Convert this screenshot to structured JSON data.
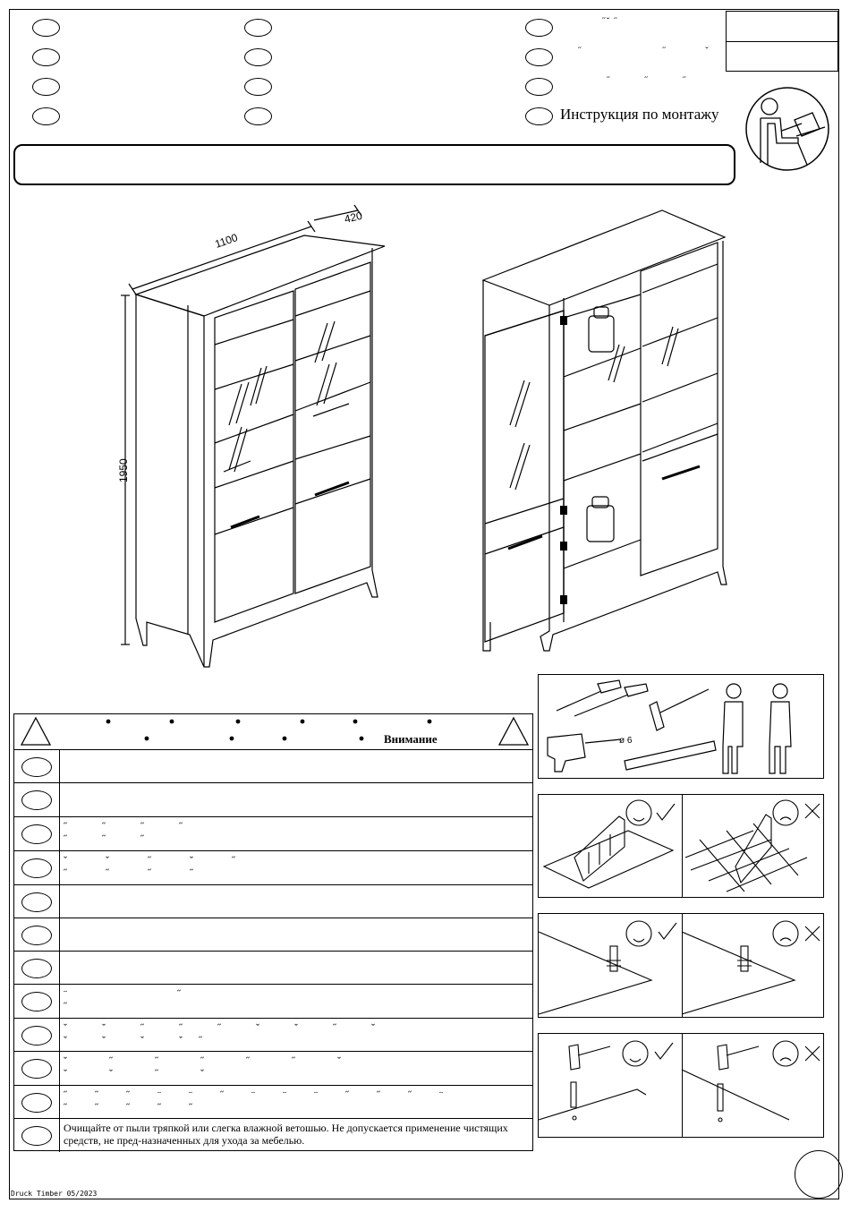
{
  "header": {
    "instruction_label": "Инструкция по монтажу",
    "language_marks": [
      "˝ˇ ˝",
      "˝ ˝ˇ",
      "˝ ˝ ˝"
    ]
  },
  "drawing": {
    "dim_width": "1100",
    "dim_depth": "420",
    "dim_height": "1950",
    "drill_label": "ø 6"
  },
  "warnings": {
    "heading": "Внимание",
    "row_marks": [
      "",
      "",
      "˝ ˝ ˝ ˝\n˝ ˝ ˝",
      "ˇ ˇ ˝ ˇ ˝\n˝ ˝ ˝ ˝",
      "",
      "",
      "",
      "¨ ˝\n˝",
      "ˇ ˇ ˝ ˝ ˝ ˇ ˇ ˝ ˇ\nˇ ˇ ˇ ˇ˝",
      "ˇ ˝ ˝ ˝ ˝ ˝ ˇ\nˇ ˇ ˝ ˇ",
      "˝ ˝ ˝ ¨ ¨ ˝ ¨ ¨ ¨ ˝ ˝ ˝ ¨\n˝ ˝ ˝ ˝ ˝",
      "Очищайте от пыли тряпкой или слегка влажной ветошью. Не допускается применение чистящих средств, не пред-назначенных для ухода за мебелью."
    ]
  },
  "footer": {
    "print_code": "Druck Timber 05/2023"
  }
}
